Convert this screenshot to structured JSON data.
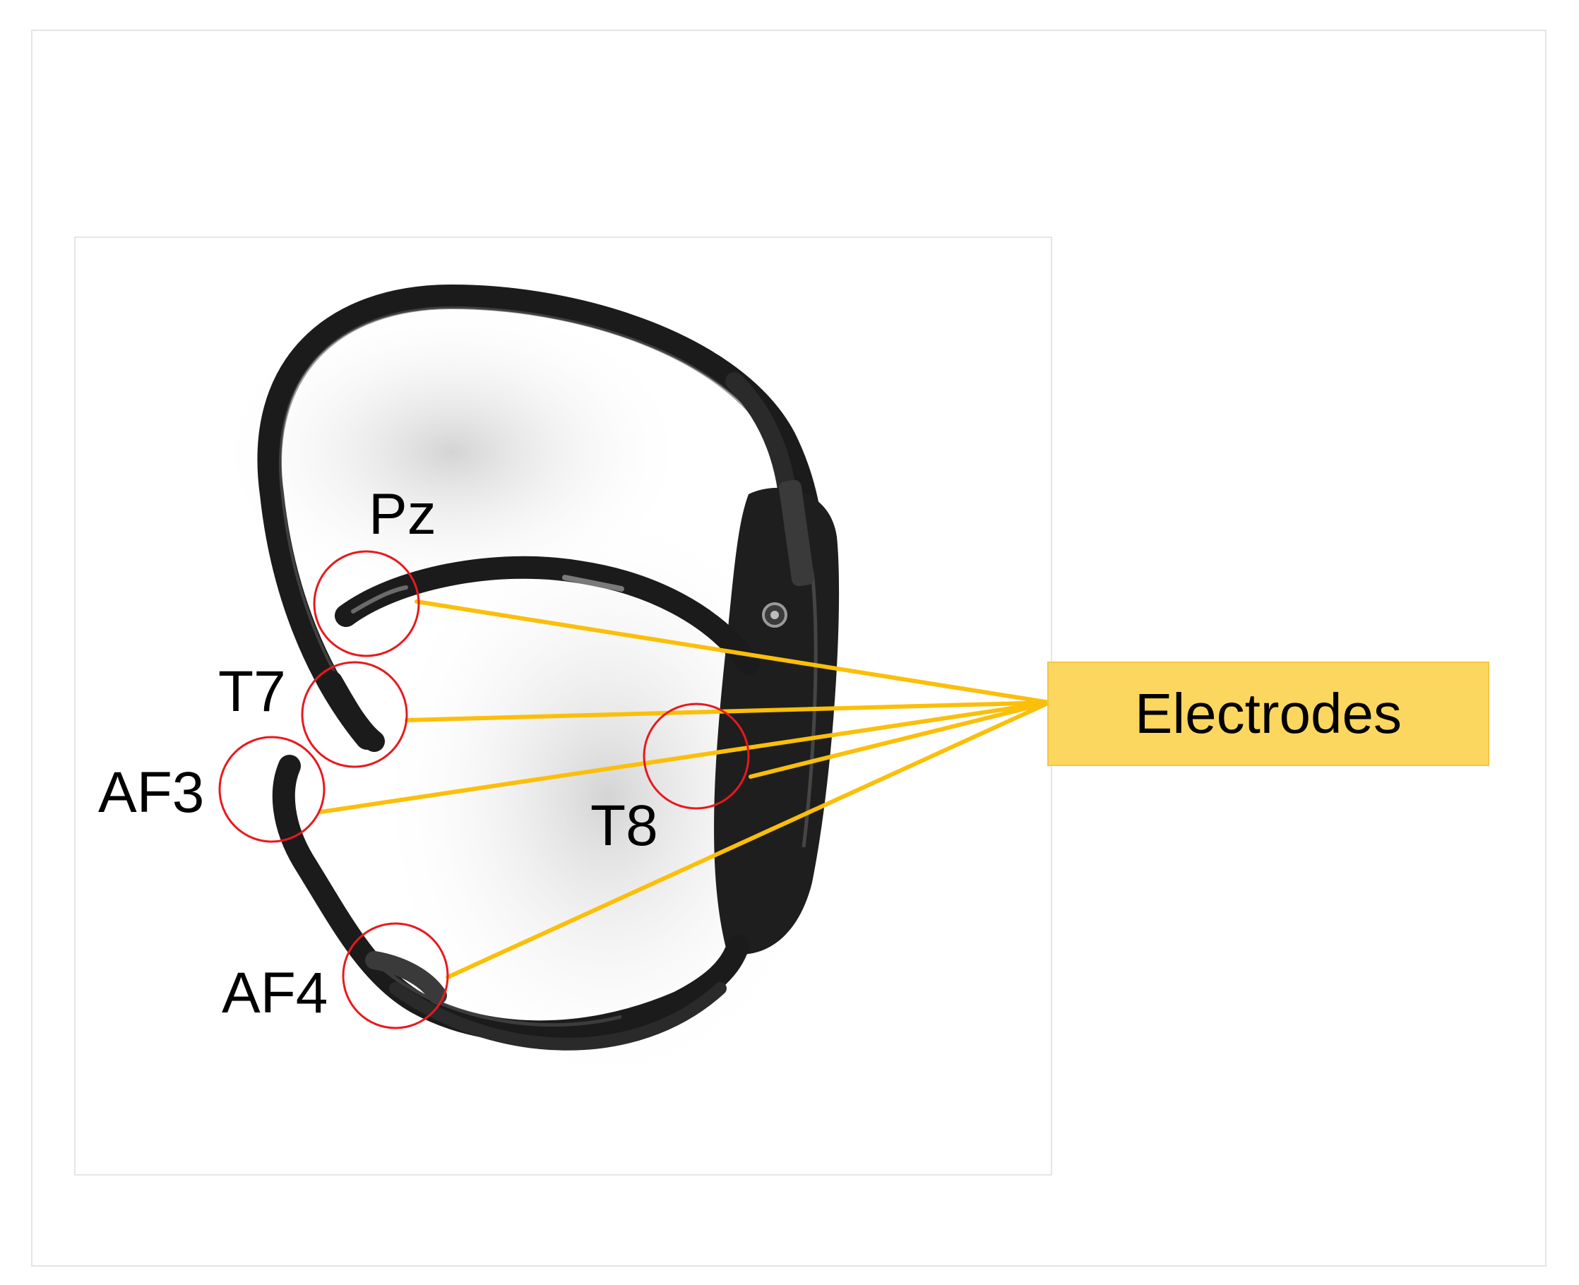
{
  "callout": {
    "text": "Electrodes",
    "fill_color": "#fcd75f",
    "line_color": "#fbbf0a"
  },
  "electrodes": [
    {
      "label": "Pz"
    },
    {
      "label": "T7"
    },
    {
      "label": "AF3"
    },
    {
      "label": "T8"
    },
    {
      "label": "AF4"
    }
  ],
  "marker_color": "#e8191d",
  "headset_color": "#1c1c1c"
}
